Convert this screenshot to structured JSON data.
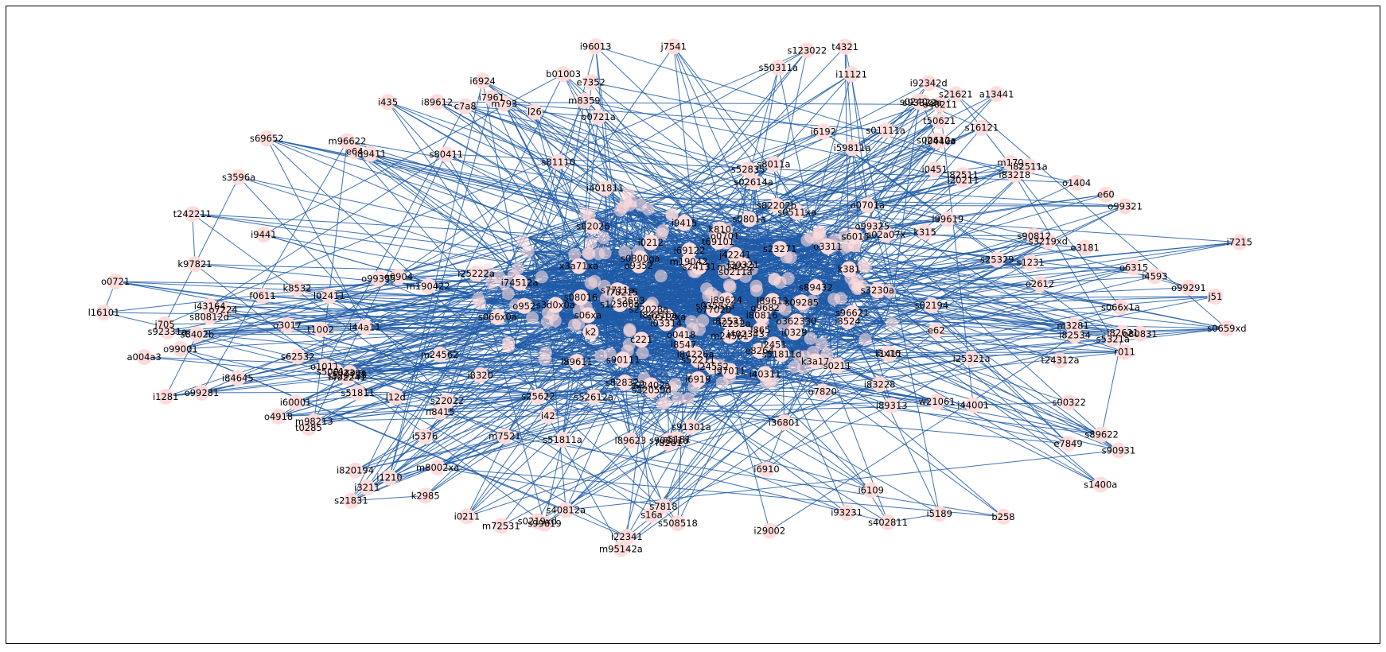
{
  "figure": {
    "node_color": "#ffdcdc",
    "edge_color": "#1f5aa6",
    "border_color": "#000000"
  },
  "nodes": [
    "s32059d",
    "c7a8",
    "o99325",
    "s93322a",
    "k2985",
    "i82531",
    "s02614a",
    "a13441",
    "s066x0a",
    "i820194",
    "l89611",
    "s520195",
    "i5189",
    "s52612a",
    "l02411",
    "s3d0x0a",
    "i82511",
    "m72531",
    "s02612a",
    "e7849",
    "o362330",
    "s508518",
    "l12d",
    "s3219xd",
    "m3281",
    "l89613",
    "l89623",
    "i6910",
    "s92331a",
    "l0440a",
    "i69122",
    "k8532",
    "s40812a",
    "e3181",
    "m190422",
    "m19042",
    "t0285",
    "i6924",
    "s8011a",
    "l16101",
    "x3a71xa",
    "l26",
    "k381",
    "i6919",
    "i6192",
    "t69101",
    "s0230a",
    "i03314",
    "s0240ca",
    "j51",
    "i89624",
    "o0904",
    "m793",
    "s80812d",
    "e60",
    "i80816",
    "i84645",
    "s81110",
    "n8415",
    "i42",
    "i74512a",
    "s01111a",
    "i0211",
    "o3017",
    "s6015",
    "s09285",
    "k3a17",
    "s0211",
    "b01003",
    "i1210",
    "o952",
    "o3311",
    "o2612",
    "s91301a",
    "o6315",
    "i9415",
    "o99355",
    "k97821",
    "i7961",
    "i89313",
    "o77020",
    "i5376",
    "m96622",
    "m8002xa",
    "s5001xa",
    "s82832a",
    "m98213",
    "m95142a",
    "k2",
    "s90812",
    "q9682",
    "s02a07x",
    "s25329",
    "o99291",
    "o99001",
    "j42241",
    "i89411",
    "s00322",
    "j7541",
    "o9352",
    "s0801a",
    "i83218",
    "i83228",
    "k315",
    "i22341",
    "s23271",
    "i93231",
    "i92342d",
    "i29002",
    "i1411",
    "c221",
    "s90111",
    "o1404",
    "e62",
    "s52835",
    "i78215",
    "o99281",
    "e64",
    "w21061",
    "i9441",
    "i8547",
    "i11121",
    "i36801",
    "o99321",
    "t1002",
    "i0212",
    "f0611",
    "e7352",
    "f8261",
    "e8264",
    "s2693",
    "s3230a",
    "s3596a",
    "t4321",
    "o40211",
    "s7711a",
    "i3211",
    "i43164",
    "a004a3",
    "s0800ga",
    "i0329",
    "t24312a",
    "i1281",
    "i4593",
    "s50311a",
    "s0358xa",
    "i30321",
    "i0451",
    "s16a",
    "i3x16",
    "s08016",
    "s90811a",
    "i40311",
    "s22402a",
    "s90931",
    "s24131",
    "o4918",
    "i2252a",
    "i401811",
    "i435",
    "s22028a",
    "o0418",
    "s22022",
    "i402241",
    "i3524",
    "i2451",
    "s402811",
    "i24552",
    "s123022",
    "s1231",
    "i402343",
    "s62532",
    "s80411",
    "s5321a",
    "m170",
    "m24552",
    "i25222a",
    "i44a11",
    "j705",
    "i59811a",
    "s12306a",
    "t242211",
    "i7215",
    "s1400a",
    "m8359",
    "s0512xa",
    "i25321a",
    "s0511xa",
    "s02194",
    "s0219xd",
    "m24561",
    "m24562",
    "i8320",
    "s8402b",
    "i89612",
    "s89432",
    "s89622",
    "s7818",
    "i82534",
    "o0721",
    "o0701",
    "r011",
    "b258",
    "i84216a",
    "i44001",
    "s06xa",
    "s066x1a",
    "s0659xd",
    "o80831",
    "m7521",
    "i97011",
    "i82511a",
    "i20211",
    "k810",
    "o1011",
    "s0211a",
    "i6109",
    "o7224",
    "i82621",
    "s51811a",
    "i84226a",
    "s21621",
    "t50621",
    "s82202b",
    "s82026",
    "i865",
    "s69652",
    "o0701a",
    "l99619",
    "s16121",
    "s96621",
    "s99619",
    "o7820",
    "s25622",
    "s21831",
    "s52211",
    "i60001",
    "s51811",
    "s5181",
    "i96013",
    "s51811d",
    "o0721a"
  ],
  "edges_count": "many"
}
